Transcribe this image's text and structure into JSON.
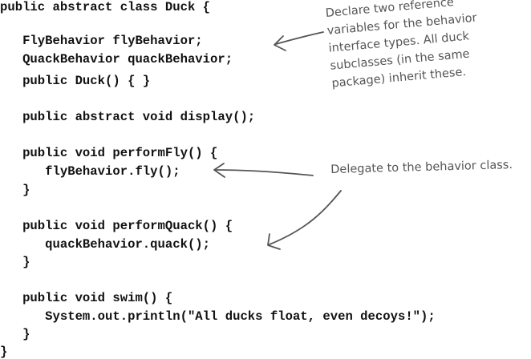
{
  "code": {
    "lines": [
      "public abstract class Duck {",
      "   FlyBehavior flyBehavior;",
      "   QuackBehavior quackBehavior;",
      "   public Duck() { }",
      "   public abstract void display();",
      "   public void performFly() {",
      "      flyBehavior.fly();",
      "   }",
      "   public void performQuack() {",
      "      quackBehavior.quack();",
      "   }",
      "   public void swim() {",
      "      System.out.println(\"All ducks float, even decoys!\");",
      "   }",
      "}"
    ]
  },
  "annotations": {
    "declare_note": {
      "lines": [
        "Declare two reference",
        "variables for the behavior",
        "interface types. All duck",
        "subclasses (in the same",
        "package) inherit these."
      ]
    },
    "delegate_note": {
      "text": "Delegate to the behavior class."
    }
  }
}
